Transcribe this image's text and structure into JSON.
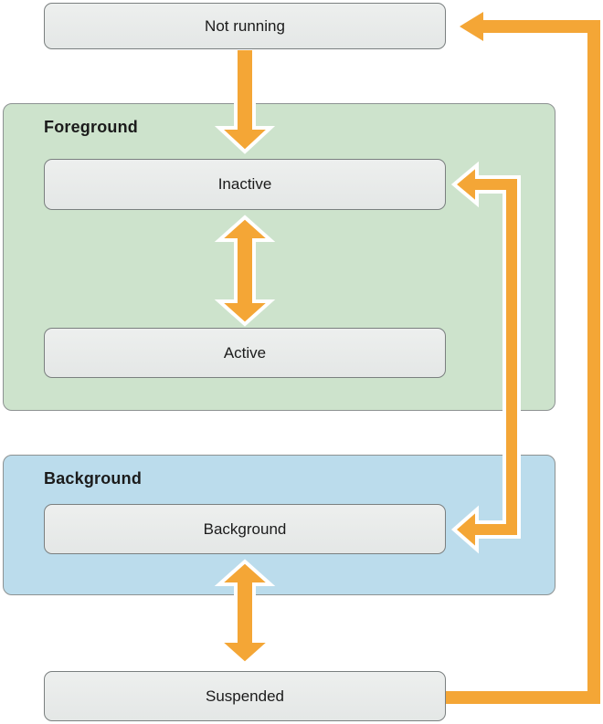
{
  "diagram": {
    "description": "App lifecycle state diagram",
    "nodes": [
      {
        "id": "not-running",
        "label": "Not running"
      },
      {
        "id": "inactive",
        "label": "Inactive"
      },
      {
        "id": "active",
        "label": "Active"
      },
      {
        "id": "background",
        "label": "Background"
      },
      {
        "id": "suspended",
        "label": "Suspended"
      }
    ],
    "groups": [
      {
        "id": "foreground-group",
        "label": "Foreground"
      },
      {
        "id": "background-group",
        "label": "Background"
      }
    ],
    "edges": [
      {
        "from": "Not running",
        "to": "Inactive",
        "direction": "one-way"
      },
      {
        "from": "Inactive",
        "to": "Active",
        "direction": "two-way"
      },
      {
        "from": "Inactive",
        "to": "Background",
        "direction": "two-way"
      },
      {
        "from": "Background",
        "to": "Suspended",
        "direction": "two-way"
      },
      {
        "from": "Suspended",
        "to": "Not running",
        "direction": "one-way"
      }
    ],
    "colors": {
      "orange": "#F4A636",
      "green": "#CDE3CC",
      "blue": "#BBDCEC",
      "box-fill-top": "#EDEFEE",
      "box-fill-bottom": "#E4E7E6",
      "box-border": "#7A7F7F",
      "panel-border": "#8D9292",
      "text": "#1B1B1B",
      "canvas-bg": "#FFFFFF"
    }
  }
}
